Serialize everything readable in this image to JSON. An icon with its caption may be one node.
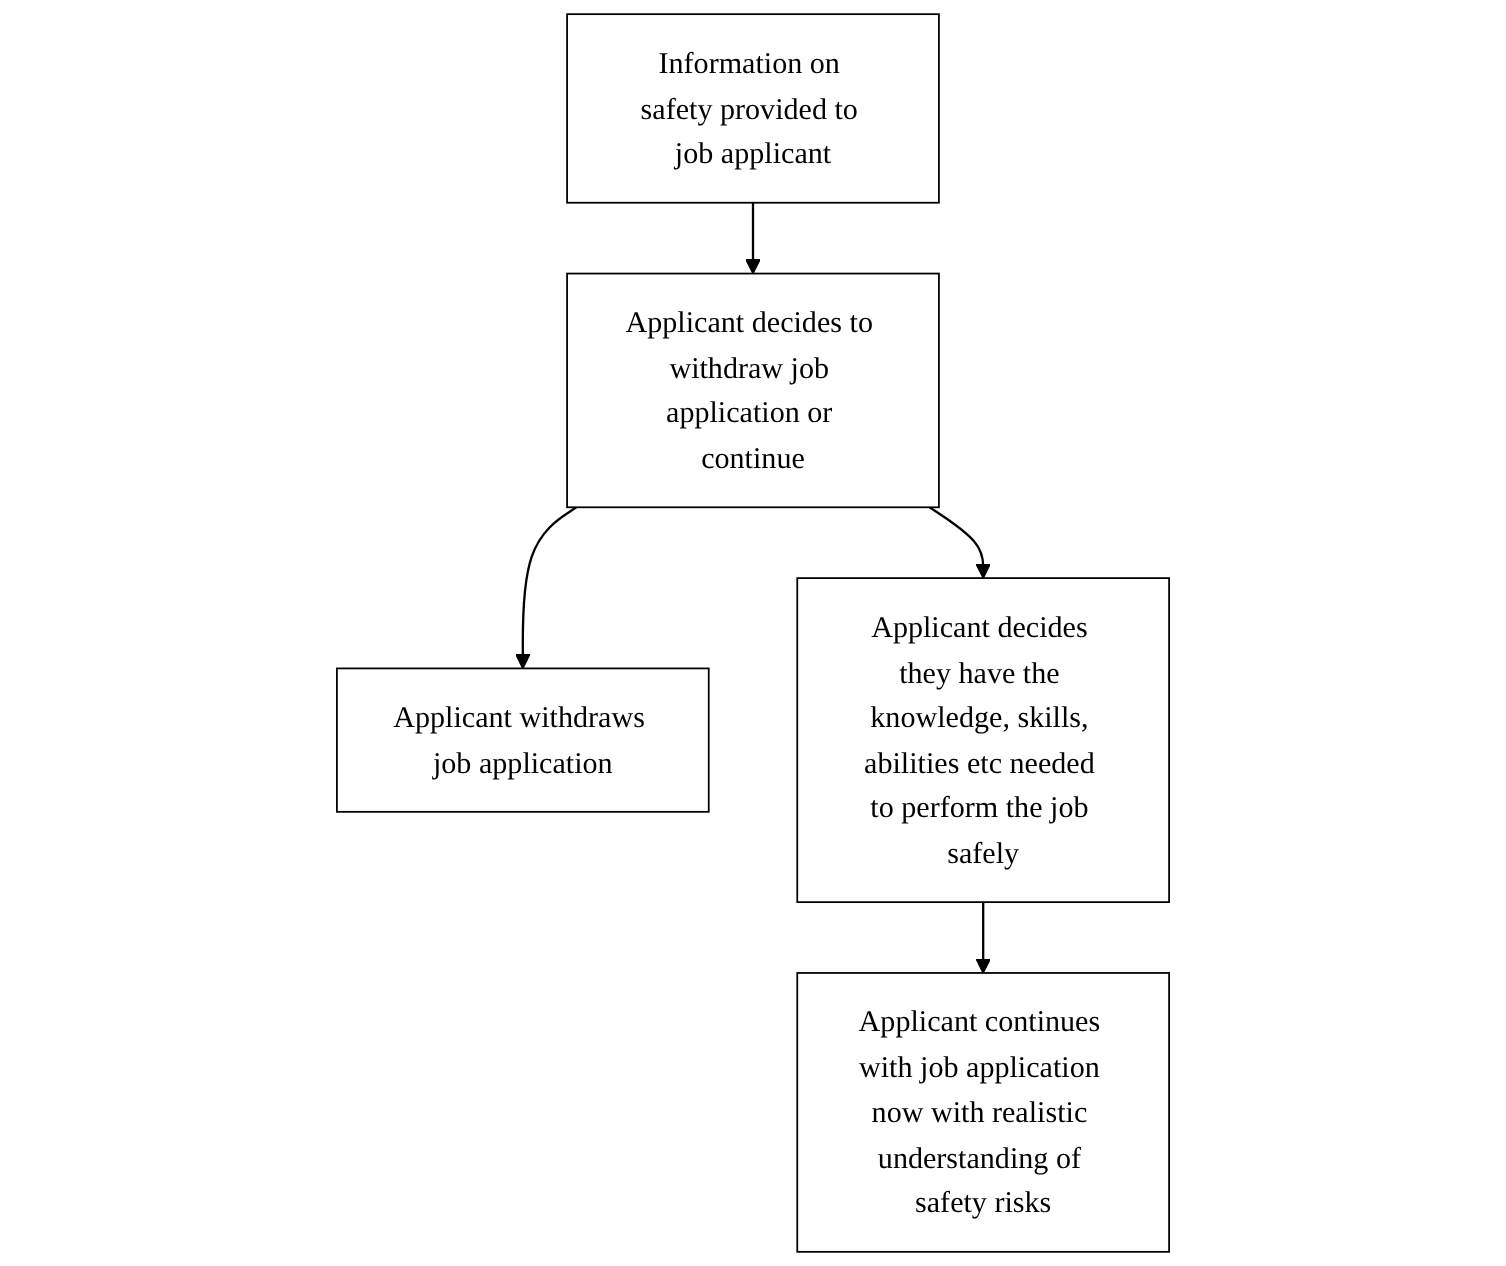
{
  "diagram": {
    "nodes": [
      {
        "text": [
          "Information on safety provided to job applicant"
        ]
      },
      {
        "text": [
          "Applicant decides to withdraw job application or continue"
        ]
      },
      {
        "text": [
          "Applicant withdraws job application"
        ]
      },
      {
        "text": [
          "Applicant decides they have the knowledge, skills, abilities etc needed to perform the job safely"
        ]
      },
      {
        "text": [
          "Applicant continues with job application now with realistic understanding of safety risks"
        ]
      }
    ],
    "edges": [
      {
        "from": 0,
        "to": 1,
        "arrow": "to"
      },
      {
        "from": 1,
        "to": 2,
        "arrow": "to"
      },
      {
        "from": 1,
        "to": 3,
        "arrow": "to"
      },
      {
        "from": 3,
        "to": 4,
        "arrow": "to"
      }
    ]
  }
}
